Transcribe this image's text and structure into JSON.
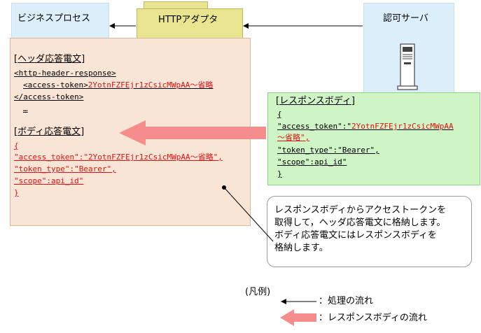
{
  "business_process": {
    "label": "ビジネスプロセス"
  },
  "http_adapter": {
    "label": "HTTPアダプタ"
  },
  "auth_server": {
    "label": "認可サーバ"
  },
  "header_message": {
    "title": "[ヘッダ応答電文]",
    "line1": "<http-header-response>",
    "line2_prefix": "<access-token>",
    "line2_token": "2YotnFZFEjr1zCsicMWpAA～省略",
    "line3": "</access-token>",
    "line4": "…"
  },
  "body_message": {
    "title": "[ボディ応答電文]",
    "open_brace": "{",
    "access_token": "\"access_token\":\"2YotnFZFEjr1zCsicMWpAA～省略\",",
    "token_type": "\"token_type\":\"Bearer\",",
    "scope": "\"scope\":api_id\"",
    "close_brace": "}"
  },
  "response_body": {
    "title": "[レスポンスボディ]",
    "open_brace": "{",
    "access_token_prefix": "\"access_token\":\"",
    "access_token_value": "2YotnFZFEjr1zCsicMWpAA",
    "access_token_rest": "～省略\",",
    "token_type": "\"token_type\":\"Bearer\",",
    "scope": "\"scope\":api_id\"",
    "close_brace": "}"
  },
  "note": {
    "line1": "レスポンスボディからアクセストークンを",
    "line2": "取得して，ヘッダ応答電文に格納します。",
    "line3": "ボディ応答電文にはレスポンスボディを",
    "line4": "格納します。"
  },
  "legend": {
    "title": "(凡例)",
    "process_flow": "：処理の流れ",
    "response_flow": "：レスポンスボディの流れ"
  },
  "colors": {
    "blue_box": "#ddeefb",
    "http_box": "#e8e48f",
    "peach_box": "#f9e5d6",
    "green_box": "#cff5c7",
    "pink_arrow": "#f58d8d",
    "red_text": "#e01010"
  }
}
